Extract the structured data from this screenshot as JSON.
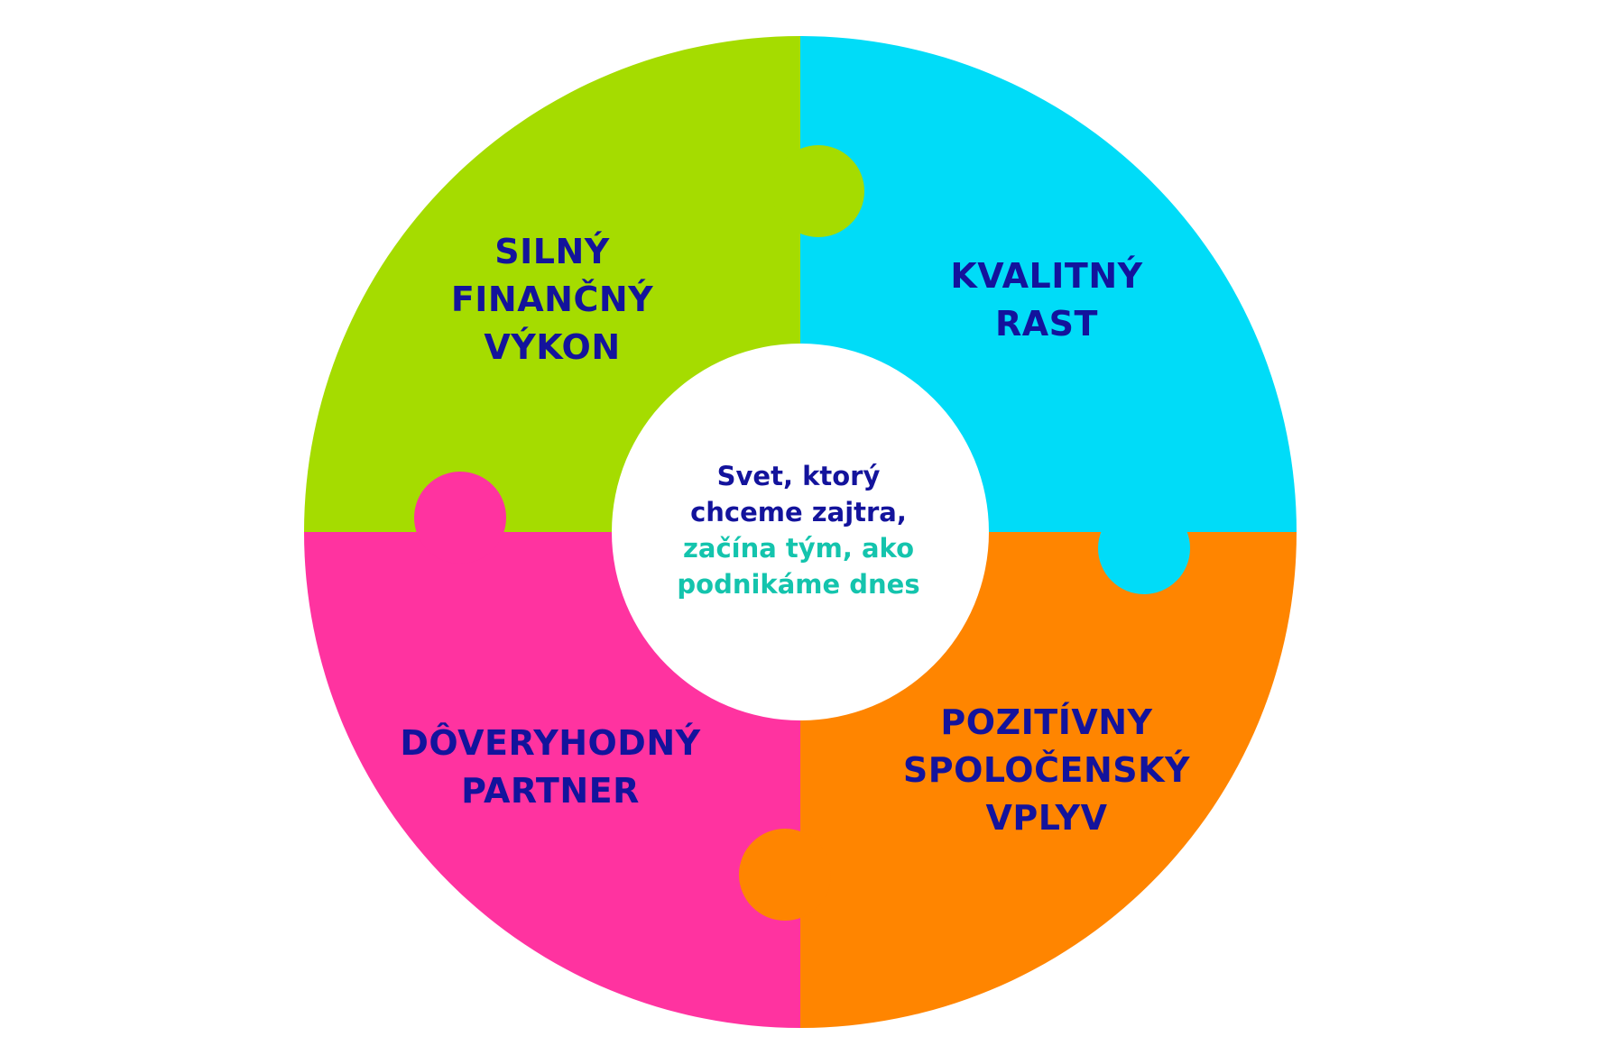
{
  "diagram": {
    "colors": {
      "top_left": "#a5dc00",
      "top_right": "#00dcf8",
      "bottom_right": "#ff8500",
      "bottom_left": "#ff33a0",
      "center": "#ffffff",
      "label_text": "#13139c",
      "center_text_secondary": "#14c4ad"
    },
    "segments": {
      "top_left": {
        "lines": [
          "SILNÝ",
          "FINANČNÝ",
          "VÝKON"
        ]
      },
      "top_right": {
        "lines": [
          "KVALITNÝ",
          "RAST"
        ]
      },
      "bottom_right": {
        "lines": [
          "POZITÍVNY",
          "SPOLOČENSKÝ",
          "VPLYV"
        ]
      },
      "bottom_left": {
        "lines": [
          "DÔVERYHODNÝ",
          "PARTNER"
        ]
      }
    },
    "center": {
      "lines_primary": [
        "Svet, ktorý",
        "chceme zajtra,"
      ],
      "lines_secondary": [
        "začína tým, ako",
        "podnikáme dnes"
      ]
    }
  }
}
